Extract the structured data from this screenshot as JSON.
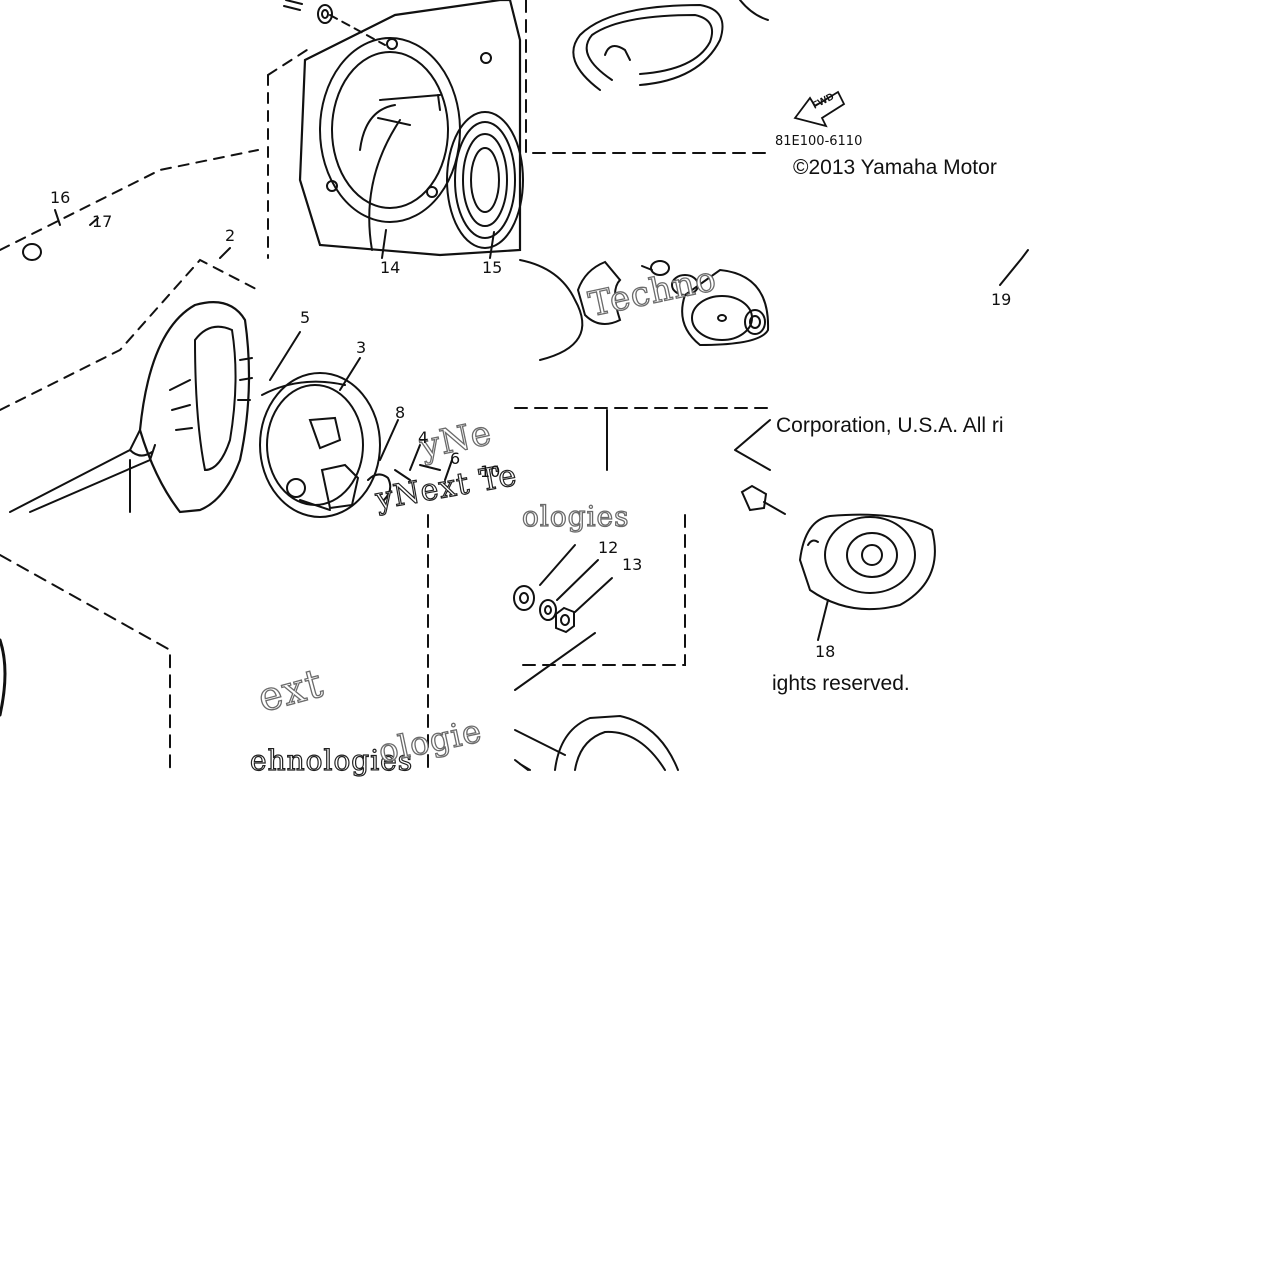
{
  "copyright": {
    "line1": "©2013 Yamaha Motor",
    "line2": "Corporation, U.S.A. All ri",
    "line3": "ights reserved."
  },
  "diagram_code": "81E100-6110",
  "fwd_label": "FWD",
  "part_numbers": {
    "p2": "2",
    "p3": "3",
    "p4": "4",
    "p5": "5",
    "p6": "6",
    "p8": "8",
    "p10": "10",
    "p12": "12",
    "p13": "13",
    "p14": "14",
    "p15": "15",
    "p16": "16",
    "p17": "17",
    "p18": "18",
    "p19": "19"
  },
  "watermark": {
    "w1": "Techno",
    "w2": "yNe",
    "w3": "yNext Te",
    "w4": "ologies",
    "w5": "ext",
    "w6": "ehnologies",
    "w7": "ologie"
  }
}
